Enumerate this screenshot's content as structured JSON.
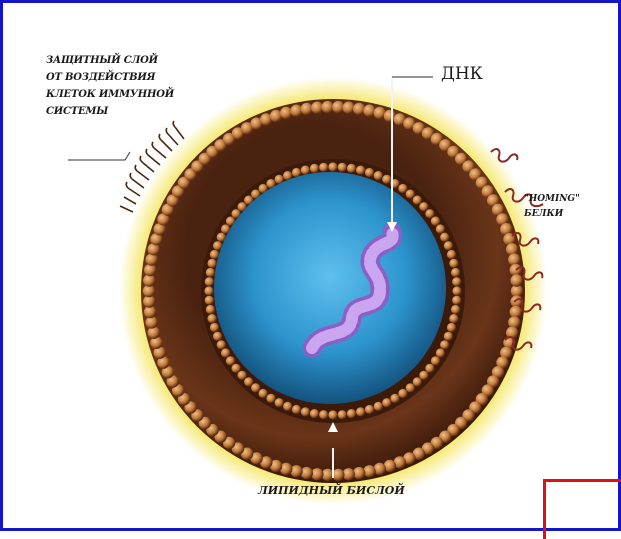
{
  "labels": {
    "shield": [
      "ЗАЩИТНЫЙ СЛОЙ",
      "ОТ ВОЗДЕЙСТВИЯ",
      "КЛЕТОК ИММУННОЙ",
      "СИСТЕМЫ"
    ],
    "dna": "ДНК",
    "homing": [
      "\"HOMING\"",
      "БЕЛКИ"
    ],
    "bilayer": "ЛИПИДНЫЙ БИСЛОЙ"
  },
  "colors": {
    "frame": "#1414c8",
    "glow": "#f2df3a",
    "shell": "#6a3519",
    "bead": "#c07a3c",
    "core": "#2c93cc",
    "dna": "#b58ee0",
    "protein": "#8a2a1e",
    "corner_box": "#e01010"
  }
}
